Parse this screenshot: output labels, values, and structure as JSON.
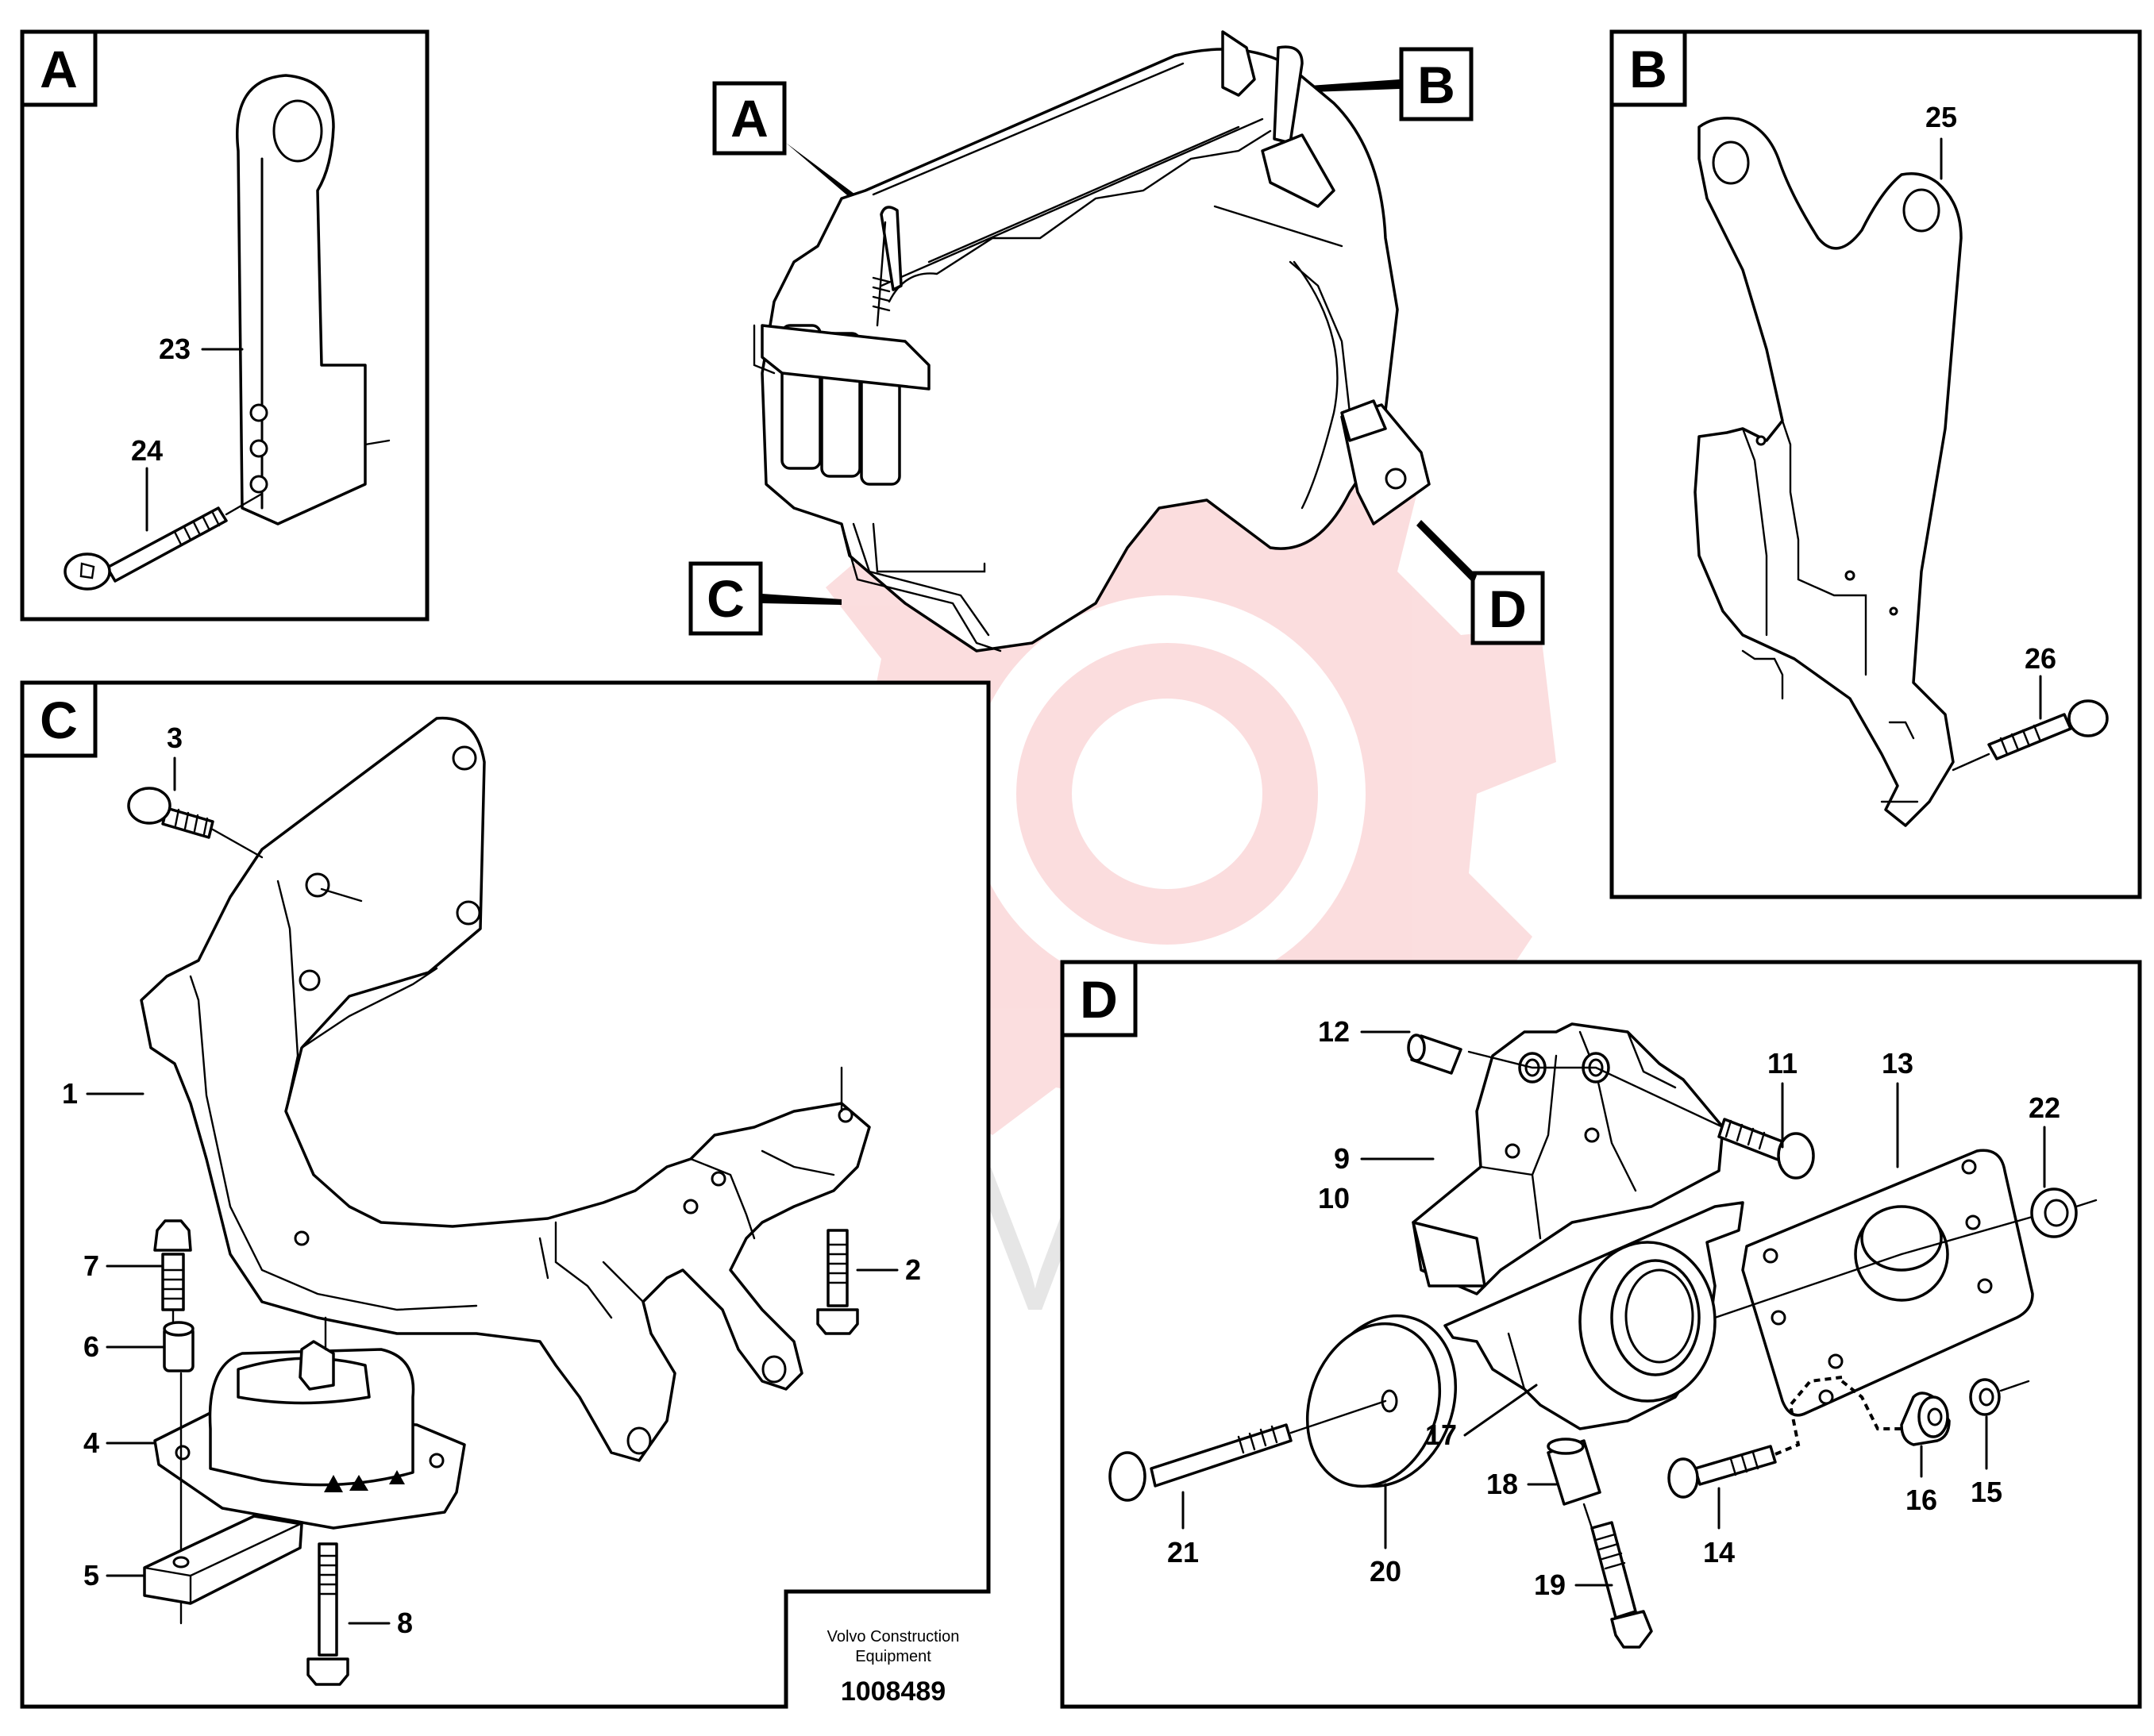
{
  "diagram": {
    "callouts": {
      "A": "A",
      "B": "B",
      "C": "C",
      "D": "D"
    },
    "parts": {
      "p1": "1",
      "p2": "2",
      "p3": "3",
      "p4": "4",
      "p5": "5",
      "p6": "6",
      "p7": "7",
      "p8": "8",
      "p9": "9",
      "p10": "10",
      "p11": "11",
      "p12": "12",
      "p13": "13",
      "p14": "14",
      "p15": "15",
      "p16": "16",
      "p17": "17",
      "p18": "18",
      "p19": "19",
      "p20": "20",
      "p21": "21",
      "p22": "22",
      "p23": "23",
      "p24": "24",
      "p25": "25",
      "p26": "26"
    },
    "footer": {
      "brand_line1": "Volvo Construction",
      "brand_line2": "Equipment",
      "drawing_number": "1008489"
    },
    "watermark": "MHTEX",
    "colors": {
      "ink": "#000000",
      "paper": "#ffffff",
      "watermark_red": "#e8323a",
      "watermark_grey": "#c8c8c8"
    }
  }
}
